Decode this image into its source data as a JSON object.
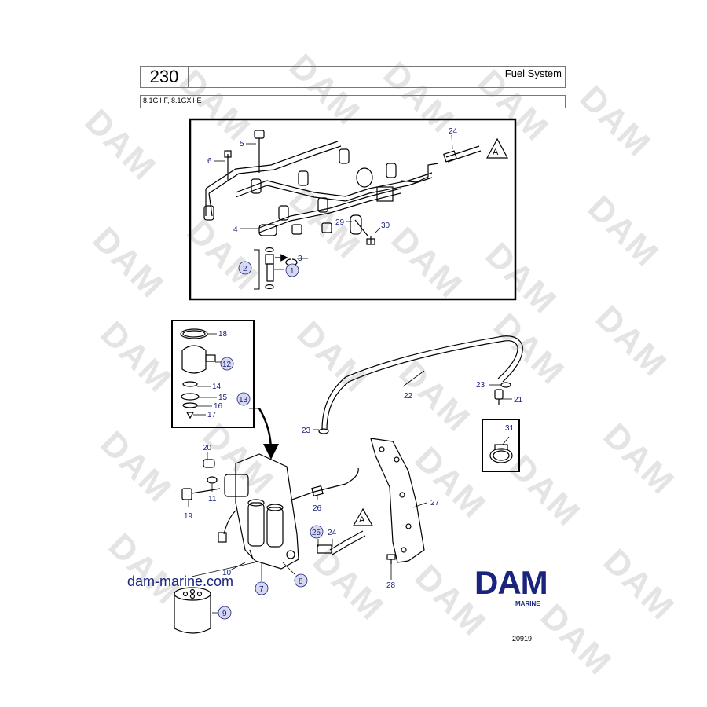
{
  "header": {
    "section_number": "230",
    "title": "Fuel System",
    "models": "8.1Gil-F, 8.1GXil-E"
  },
  "watermark_text": "DAM",
  "website": "dam-marine.com",
  "logo": {
    "name": "DAM",
    "subtitle": "MARINE"
  },
  "drawing_number": "20919",
  "callouts": {
    "c1": "1",
    "c2": "2",
    "c3": "3",
    "c4": "4",
    "c5": "5",
    "c6": "6",
    "c7": "7",
    "c8": "8",
    "c9": "9",
    "c10": "10",
    "c11": "11",
    "c12": "12",
    "c13": "13",
    "c14": "14",
    "c15": "15",
    "c16": "16",
    "c17": "17",
    "c18": "18",
    "c19": "19",
    "c20": "20",
    "c21": "21",
    "c22": "22",
    "c23a": "23",
    "c23b": "23",
    "c24a": "24",
    "c24b": "24",
    "c25": "25",
    "c26": "26",
    "c27": "27",
    "c28": "28",
    "c29": "29",
    "c30": "30",
    "c31": "31",
    "refA1": "A",
    "refA2": "A"
  },
  "colors": {
    "ink": "#000000",
    "callout_blue": "#1a237e",
    "circle_fill": "#d6d8f0",
    "watermark": "#e4e4e4"
  }
}
